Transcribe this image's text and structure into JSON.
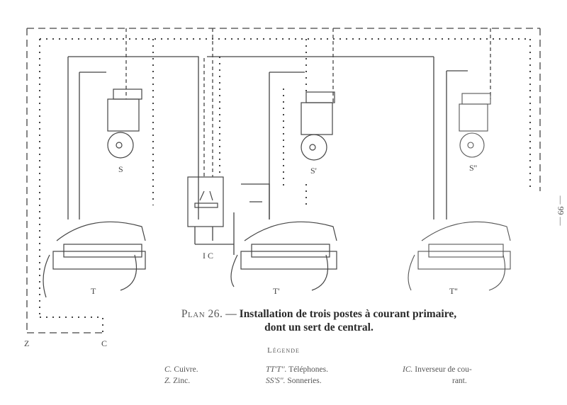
{
  "figure": {
    "plan_label": "Plan 26.",
    "title_line1": "Installation de trois postes à courant primaire,",
    "title_line2": "dont un sert de central.",
    "dash": "—"
  },
  "labels": {
    "bells": [
      "S",
      "S'",
      "S''"
    ],
    "telephones": [
      "T",
      "T'",
      "T''"
    ],
    "inverter": "I C",
    "zinc": "Z",
    "copper": "C"
  },
  "legend": {
    "title": "Légende",
    "items": [
      {
        "symbol": "C.",
        "text": "Cuivre."
      },
      {
        "symbol": "Z.",
        "text": "Zinc."
      },
      {
        "symbol": "TT'T''.",
        "text": "Téléphones."
      },
      {
        "symbol": "SS'S''.",
        "text": "Sonneries."
      },
      {
        "symbol": "IC.",
        "text": "Inverseur de cou-"
      },
      {
        "symbol": "",
        "text": "rant."
      }
    ]
  },
  "page_number": "— 99 —",
  "colors": {
    "ink": "#3a3a3a",
    "paper": "#ffffff"
  }
}
